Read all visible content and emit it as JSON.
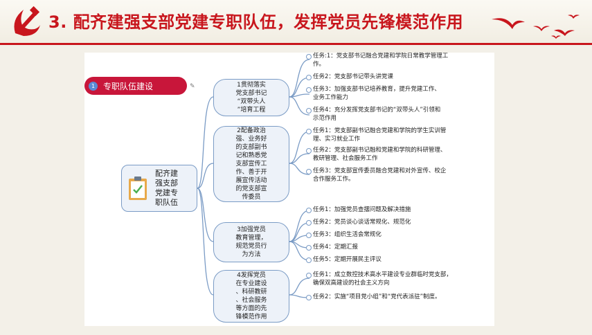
{
  "header": {
    "title": "3. 配齐建强支部党建专职队伍，发挥党员先锋模范作用"
  },
  "map": {
    "tag_num": "1",
    "tag_label": "专职队伍建设",
    "root": "配齐建\n强支部\n党建专\n职队伍",
    "branches": [
      {
        "label": "1贯彻落实\n党支部书记\n“双带头人\n”培育工程",
        "tasks": [
          "任务:1：党支部书记融合党建和学院日常教学管理工作。",
          "任务2：党支部书记带头讲党课",
          "任务3：加强支部书记培养教育，提升党建工作、业务工作能力",
          "任务4：充分发挥党支部书记的“双带头人”引领和示范作用"
        ]
      },
      {
        "label": "2配备政治\n强、业务好\n的支部副书\n记和熟悉党\n支部宣传工\n作、善于开\n展宣传活动\n的党支部宣\n传委员",
        "tasks": [
          "任务1：党支部副书记融合党建和学院的学生实训管理、实习就业工作",
          "任务2：党支部副书记融和党建和学院的科研管理、教研管理、社会服务工作",
          "任务3：党支部宣传委员融合党建和对外宣传、校企合作服务工作。"
        ]
      },
      {
        "label": "3加强党员\n教育管理，\n规范党员行\n为方法",
        "tasks": [
          "任务1：加强党员查摆问题及解决措施",
          "任务2：党员谈心谈话常规化、规范化",
          "任务3：组织生活会常规化",
          "任务4：定期汇报",
          "任务5：定期开展民主评议"
        ]
      },
      {
        "label": "4发挥党员\n在专业建设\n、科研教研\n、社会服务\n等方面的先\n锋模范作用",
        "tasks": [
          "任务1：成立数控技术高水平建设专业群临时党支部，确保双高建设的社会主义方向",
          "任务2：实施“项目党小组”和“党代表派驻”制度。"
        ]
      }
    ]
  }
}
